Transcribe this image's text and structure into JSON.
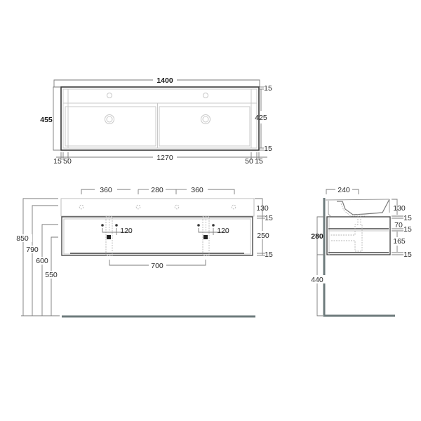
{
  "drawing": {
    "units": "mm",
    "colors": {
      "dimension_line": "#7a7a7a",
      "outline": "#3a3a3a",
      "wall_floor": "#6e7b7c",
      "hidden": "#b5b5b5"
    },
    "top_view": {
      "overall_width": "1400",
      "overall_depth": "455",
      "inner_depth": "425",
      "top_rim": "15",
      "bottom_rim": "15",
      "left_wall": "15",
      "left_margin": "50",
      "bowls_width": "1270",
      "right_margin": "50",
      "right_wall": "15"
    },
    "front_view": {
      "tap_spacing_left": "360",
      "tap_spacing_center": "280",
      "tap_spacing_right": "360",
      "height_top": "850",
      "height_basin_bottom": "790",
      "height_drawer_top": "600",
      "height_drawer_bottom": "550",
      "basin_height": "130",
      "drawer_top_panel": "15",
      "drawer_height": "250",
      "drawer_bottom_panel": "15",
      "fixing_spacing_left": "120",
      "fixing_spacing_right": "120",
      "waste_spacing": "700"
    },
    "side_view": {
      "basin_depth_offset": "240",
      "unit_height": "280",
      "floor_clearance": "440",
      "basin_height": "130",
      "top_panel": "15",
      "drawer_front": "70",
      "mid_panel": "15",
      "lower_drawer": "165",
      "bottom_panel": "15"
    }
  }
}
